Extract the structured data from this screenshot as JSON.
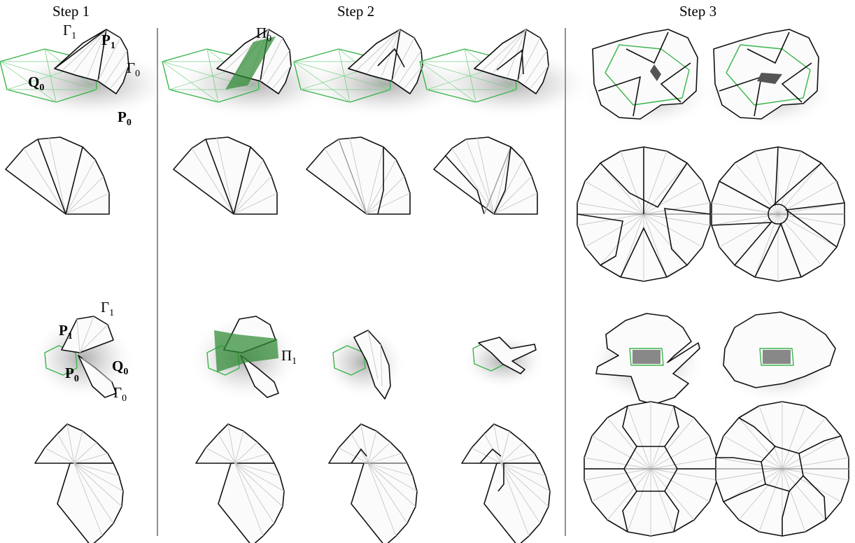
{
  "headings": {
    "step1": "Step 1",
    "step2": "Step 2",
    "step3": "Step 3"
  },
  "labels": {
    "gamma": "Γ",
    "pi": "Π",
    "p": "P",
    "q": "Q",
    "sub0": "0",
    "sub1": "1"
  },
  "colors": {
    "curve_green": "#39b54a",
    "plane_green": "#2e8b33",
    "paper": "#fbfbfb",
    "crease": "#c7c7c7"
  }
}
